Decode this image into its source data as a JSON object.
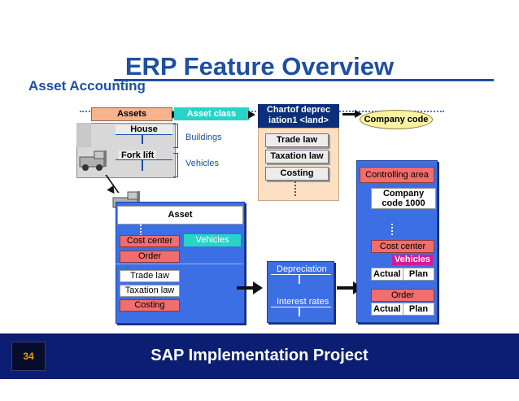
{
  "slide": {
    "title": "ERP Feature Overview",
    "subtitle": "Asset Accounting",
    "footer_text": "SAP Implementation Project",
    "page_number": "34"
  },
  "diagram": {
    "assets": "Assets",
    "asset_class": "Asset class",
    "chart_of_dep": "Chartof  deprec iation1 <land>",
    "company_code": "Company code",
    "house": "House",
    "fork_lift": "Fork lift",
    "buildings": "Buildings",
    "vehicles_class": "Vehicles",
    "trade_law": "Trade law",
    "taxation_law": "Taxation law",
    "costing": "Costing",
    "controlling_area": "Controlling area",
    "company_code_1000": "Company code 1000",
    "asset": "Asset",
    "cost_center": "Cost center",
    "vehicles": "Vehicles",
    "order": "Order",
    "trade_law_2": "Trade law",
    "taxation_law_2": "Taxation law",
    "costing_2": "Costing",
    "depreciation": "Depreciation",
    "interest_rates": "Interest rates",
    "cost_center_2": "Cost center",
    "vehicles_2": "Vehicles",
    "actual": "Actual",
    "plan": "Plan",
    "order_2": "Order",
    "actual_2": "Actual",
    "plan_2": "Plan"
  },
  "colors": {
    "title_blue": "#1e4fa3",
    "panel_blue": "#3d6fe4",
    "footer_navy": "#0b1e72",
    "asset_class_cyan": "#29d3c8",
    "chart_navy": "#0b2f7a",
    "orange": "#f6b38e",
    "salmon": "#f26d6d",
    "company_code_yellow": "#fdf2a0",
    "vehicles_magenta": "#d6199a"
  },
  "icons": [
    "truck-icon"
  ]
}
